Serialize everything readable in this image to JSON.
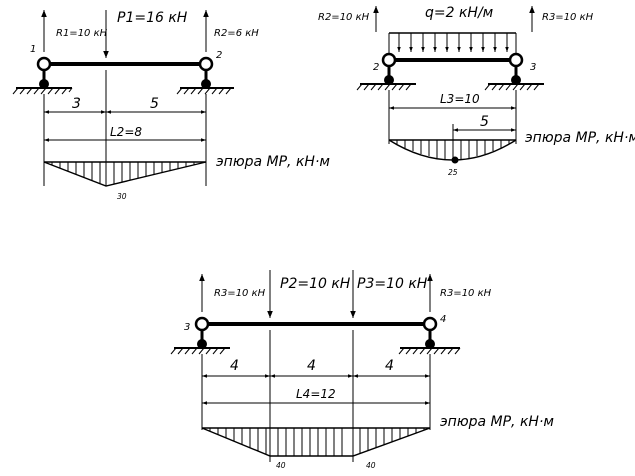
{
  "beam1": {
    "left_node": "1",
    "right_node": "2",
    "reaction_left": "R1=10 кН",
    "reaction_right": "R2=6 кН",
    "load": "P1=16 кН",
    "span_a": "3",
    "span_b": "5",
    "span_total": "L2=8",
    "diagram_label": "эпюра МР, кН·м",
    "max_moment": "30"
  },
  "beam2": {
    "left_node": "2",
    "right_node": "3",
    "reaction_left": "R2=10 кН",
    "reaction_right": "R3=10 кН",
    "load": "q=2 кН/м",
    "span_total": "L3=10",
    "half_span": "5",
    "diagram_label": "эпюра МР, кН·м",
    "max_moment": "25"
  },
  "beam3": {
    "left_node": "3",
    "right_node": "4",
    "reaction_left": "R3=10 кН",
    "reaction_right": "R3=10 кН",
    "load_1": "P2=10 кН",
    "load_2": "P3=10 кН",
    "span_a": "4",
    "span_b": "4",
    "span_c": "4",
    "span_total": "L4=12",
    "diagram_label": "эпюра МР, кН·м",
    "moment_1": "40",
    "moment_2": "40"
  }
}
